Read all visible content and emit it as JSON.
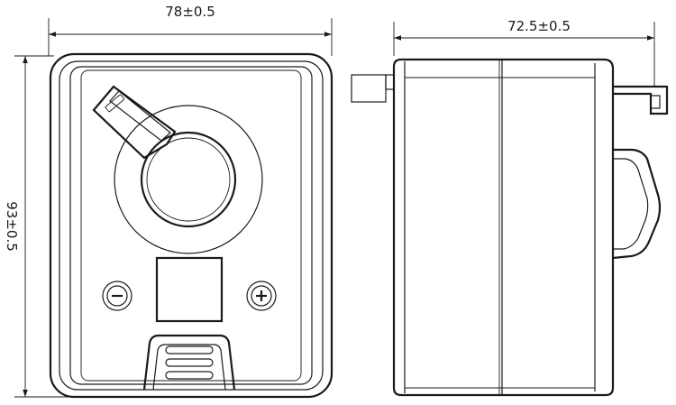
{
  "front_view": {
    "width_dimension": "78±0.5",
    "height_dimension": "93±0.5"
  },
  "side_view": {
    "depth_dimension": "72.5±0.5"
  },
  "colors": {
    "line": "#1a1a1a",
    "background": "#ffffff"
  }
}
